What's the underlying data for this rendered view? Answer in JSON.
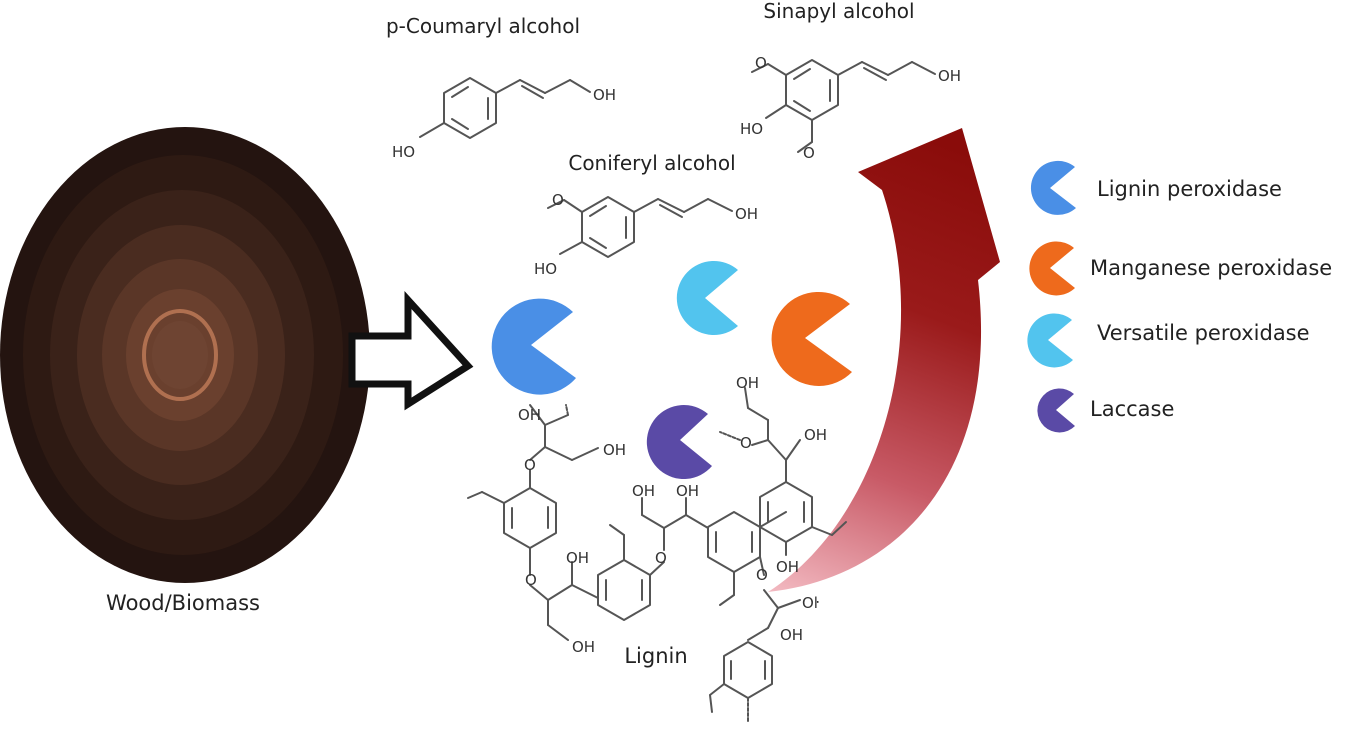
{
  "labels": {
    "wood": "Wood/Biomass",
    "lignin": "Lignin",
    "p_coumaryl": "p-Coumaryl alcohol",
    "sinapyl": "Sinapyl alcohol",
    "coniferyl": "Coniferyl alcohol"
  },
  "legend": [
    {
      "label": "Lignin peroxidase",
      "color": "#4a8fe6"
    },
    {
      "label": "Manganese peroxidase",
      "color": "#ee6a1c"
    },
    {
      "label": "Versatile peroxidase",
      "color": "#52c4ee"
    },
    {
      "label": "Laccase",
      "color": "#5a4aa6"
    }
  ],
  "atoms": {
    "oh": "OH",
    "ho": "HO",
    "oh_cut": "Oŀ",
    "o": "O"
  },
  "colors": {
    "wood_dark": "#2b1710",
    "wood_ring": "#a66a4a",
    "arrow_red": "#8e0f0c",
    "arrow_fade": "#e8a0a8"
  }
}
